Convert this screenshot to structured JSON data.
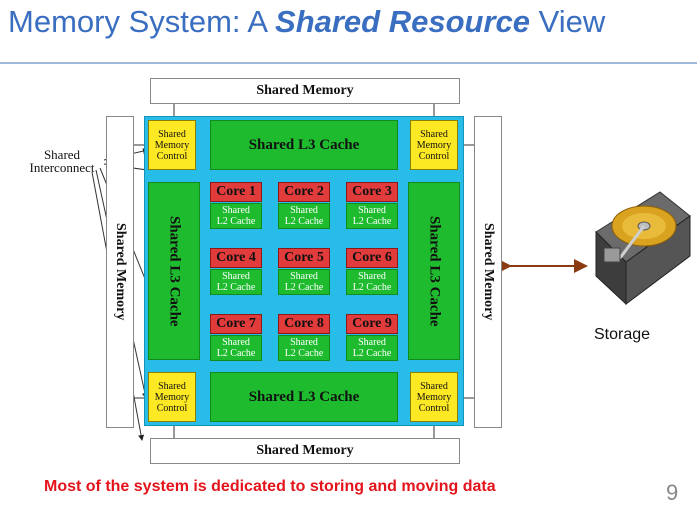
{
  "slide": {
    "title_prefix": "Memory System: A ",
    "title_emphasis": "Shared Resource",
    "title_suffix": " View",
    "footer": "Most of the system is dedicated to storing and moving data",
    "page_number": "9"
  },
  "diagram": {
    "shared_memory": "Shared Memory",
    "shared_interconnect": "Shared\nInterconnect",
    "shared_l3_cache": "Shared L3 Cache",
    "shared_memory_control": "Shared\nMemory\nControl",
    "l2_cache": "Shared\nL2 Cache",
    "cores": [
      "Core 1",
      "Core 2",
      "Core 3",
      "Core 4",
      "Core 5",
      "Core 6",
      "Core 7",
      "Core 8",
      "Core 9"
    ],
    "storage": "Storage"
  },
  "colors": {
    "title": "#3a6ec0",
    "chip_background": "#27bde8",
    "cache": "#1fbb2f",
    "core": "#e23b3b",
    "memory_control": "#fde824",
    "footer": "#e3141b"
  }
}
